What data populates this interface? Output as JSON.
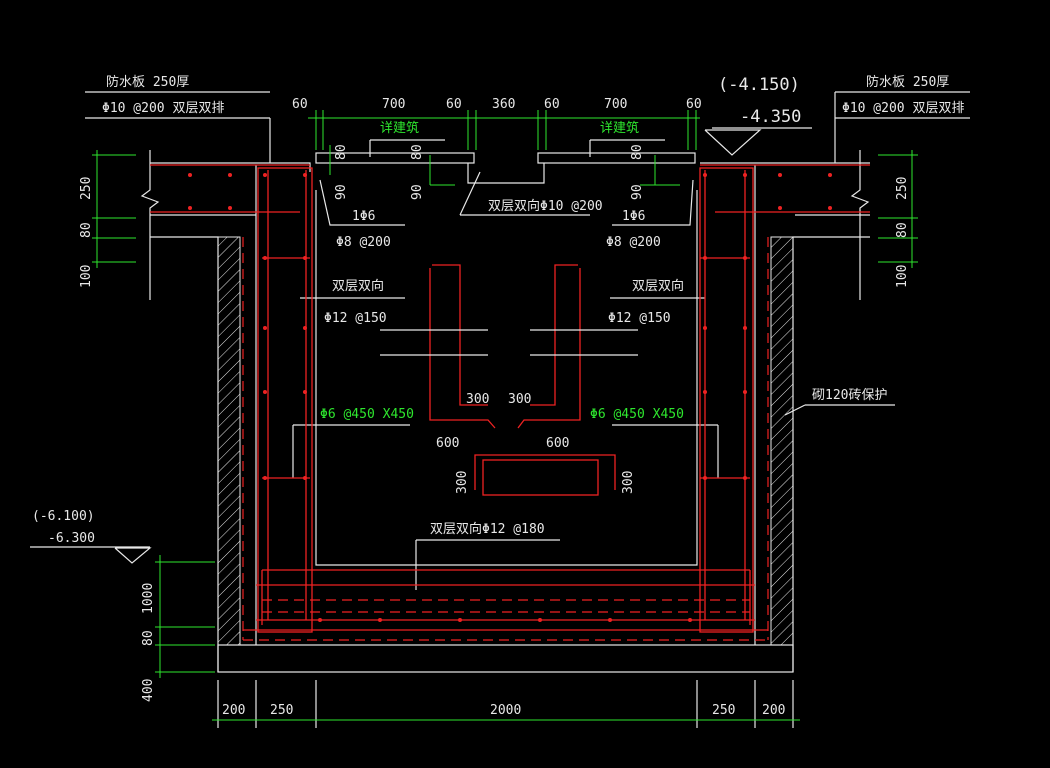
{
  "colors": {
    "background": "#000000",
    "outline": "#e8e8e8",
    "rebar": "#e22222",
    "dimension": "#2ee62e"
  },
  "labels": {
    "waterproof_left": "防水板 250厚",
    "waterproof_right": "防水板 250厚",
    "bar_top_left": "Φ10 @200 双层双排",
    "bar_top_right": "Φ10 @200 双层双排",
    "level_top_paren": "(-4.150)",
    "level_top": "-4.350",
    "detail_left": "详建筑",
    "detail_right": "详建筑",
    "cover_bar": "双层双向Φ10 @200",
    "bar_1phi6_left": "1Φ6",
    "bar_1phi6_right": "1Φ6",
    "bar_phi8_left": "Φ8 @200",
    "bar_phi8_right": "Φ8 @200",
    "wall_dual_left": "双层双向",
    "wall_dual_right": "双层双向",
    "wall_bar_left": "Φ12 @150",
    "wall_bar_right": "Φ12 @150",
    "tie_left": "Φ6 @450 X450",
    "tie_right": "Φ6 @450 X450",
    "brick_protect": "砌120砖保护",
    "slab_bar": "双层双向Φ12 @180",
    "level_bottom_paren": "(-6.100)",
    "level_bottom": "-6.300"
  },
  "dims_top": [
    "60",
    "700",
    "60",
    "360",
    "60",
    "700",
    "60"
  ],
  "dims_small": {
    "a": "80",
    "b": "80",
    "c": "80",
    "d": "90",
    "e": "90",
    "f": "90"
  },
  "dims_side": {
    "d250": "250",
    "d80": "80",
    "d100": "100",
    "r250": "250",
    "r80": "80",
    "r100": "100"
  },
  "dims_corbel": {
    "d300a": "300",
    "d300b": "300",
    "d600a": "600",
    "d600b": "600",
    "v300a": "300",
    "v300b": "300"
  },
  "dims_left_bottom": {
    "d1000": "1000",
    "d80": "80",
    "d400": "400"
  },
  "dims_bottom": [
    "200",
    "250",
    "2000",
    "250",
    "200"
  ]
}
